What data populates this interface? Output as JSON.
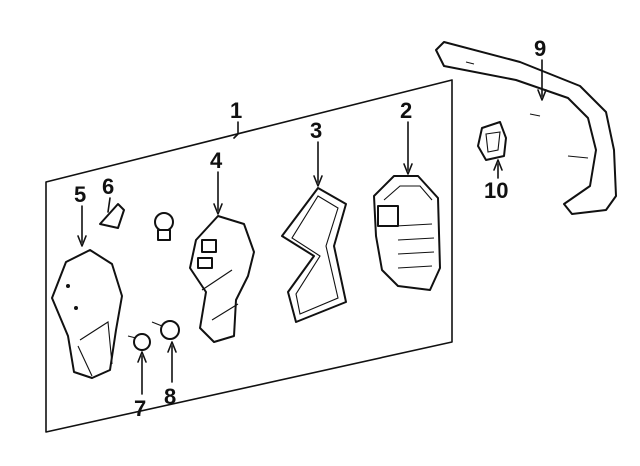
{
  "diagram": {
    "callouts": [
      {
        "id": "1",
        "label": "1"
      },
      {
        "id": "2",
        "label": "2"
      },
      {
        "id": "3",
        "label": "3"
      },
      {
        "id": "4",
        "label": "4"
      },
      {
        "id": "5",
        "label": "5"
      },
      {
        "id": "6",
        "label": "6"
      },
      {
        "id": "7",
        "label": "7"
      },
      {
        "id": "8",
        "label": "8"
      },
      {
        "id": "9",
        "label": "9"
      },
      {
        "id": "10",
        "label": "10"
      }
    ],
    "colors": {
      "line": "#111111",
      "background": "#ffffff",
      "shading": "#9a9a9a"
    }
  }
}
